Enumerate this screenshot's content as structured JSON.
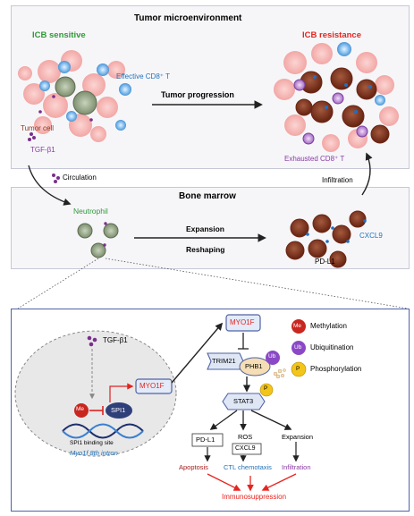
{
  "tumor_microenvironment": {
    "title": "Tumor microenvironment",
    "left_label": "ICB sensitive",
    "right_label": "ICB resistance",
    "effective_cd8": "Effective CD8⁺ T",
    "tumor_cell": "Tumor cell",
    "tgf": "TGF-β1",
    "progression": "Tumor progression",
    "exhausted_cd8": "Exhausted CD8⁺ T"
  },
  "flow": {
    "circulation": "Circulation",
    "infiltration": "Infiltration"
  },
  "bone_marrow": {
    "title": "Bone marrow",
    "neutrophil": "Neutrophil",
    "expansion": "Expansion",
    "reshaping": "Reshaping",
    "cxcl9": "CXCL9",
    "pdl1": "PD-L1"
  },
  "mechanism": {
    "tgf": "TGF-β1",
    "myo1f_inner": "MYO1F",
    "spi1": "SPI1",
    "me": "Me",
    "binding_site": "SPI1 binding site",
    "intron": "Myo1f 8th intron",
    "myo1f_main": "MYO1F",
    "trim21": "TRIM21",
    "phb1": "PHB1",
    "ub": "Ub",
    "stat3": "STAT3",
    "p": "P",
    "branch_pdl1": "PD-L1",
    "branch_ros": "ROS",
    "branch_cxcl9": "CXCL9",
    "branch_expansion": "Expansion",
    "apoptosis": "Apoptosis",
    "ctl": "CTL chemotaxis",
    "infiltration": "Infiltration",
    "immuno": "Immunosuppression"
  },
  "legend": [
    {
      "symbol": "Me",
      "label": "Methylation",
      "color": "#c8261f"
    },
    {
      "symbol": "Ub",
      "label": "Ubiquitination",
      "color": "#8b48c6"
    },
    {
      "symbol": "P",
      "label": "Phosphorylation",
      "color": "#f3c419"
    }
  ],
  "colors": {
    "green": "#2e9a36",
    "red": "#e52520",
    "blue": "#2372b8",
    "purple": "#8a3aa5",
    "tumor_pink": "#f2a7a5",
    "neutrophil": "#9aaa89",
    "neutrophil_dark": "#7a3220",
    "panel_border": "#5063a5"
  }
}
